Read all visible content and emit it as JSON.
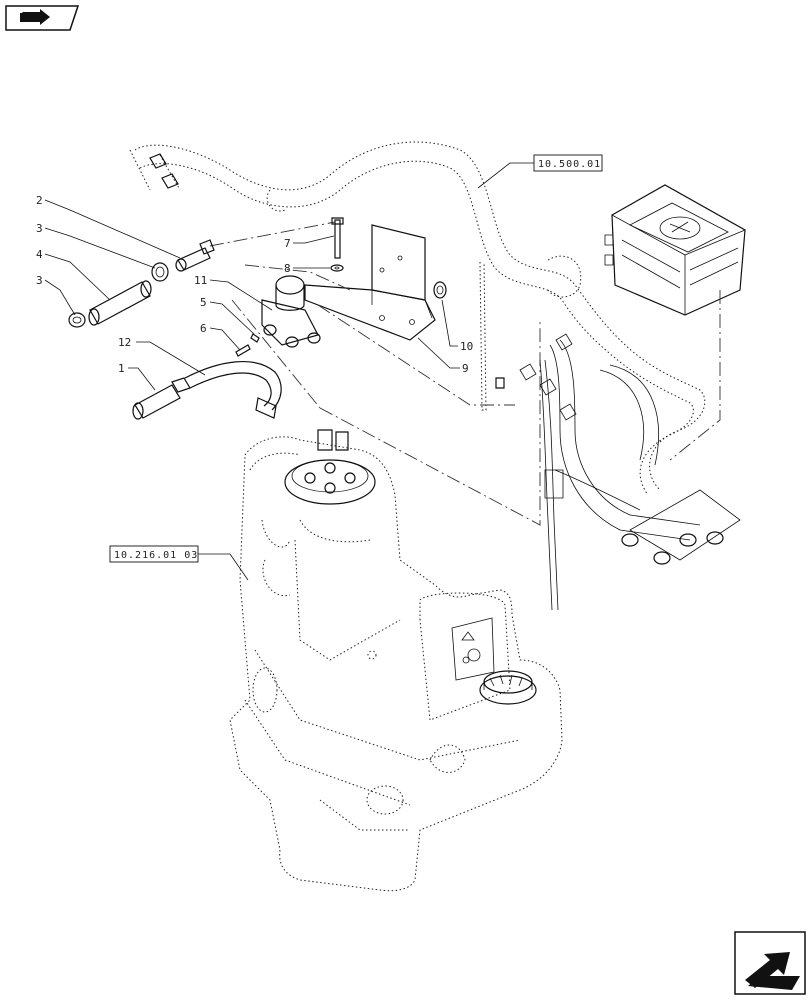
{
  "nav": {
    "top_icon": "folder-arrow-icon",
    "bottom_icon": "next-page-arrow-icon"
  },
  "references": {
    "harness_ref": "10.500.01",
    "tank_ref": "10.216.01 03"
  },
  "callouts": {
    "c1": "1",
    "c2": "2",
    "c3a": "3",
    "c3b": "3",
    "c4": "4",
    "c5": "5",
    "c6": "6",
    "c7": "7",
    "c8": "8",
    "c9": "9",
    "c10": "10",
    "c11": "11",
    "c12": "12"
  }
}
